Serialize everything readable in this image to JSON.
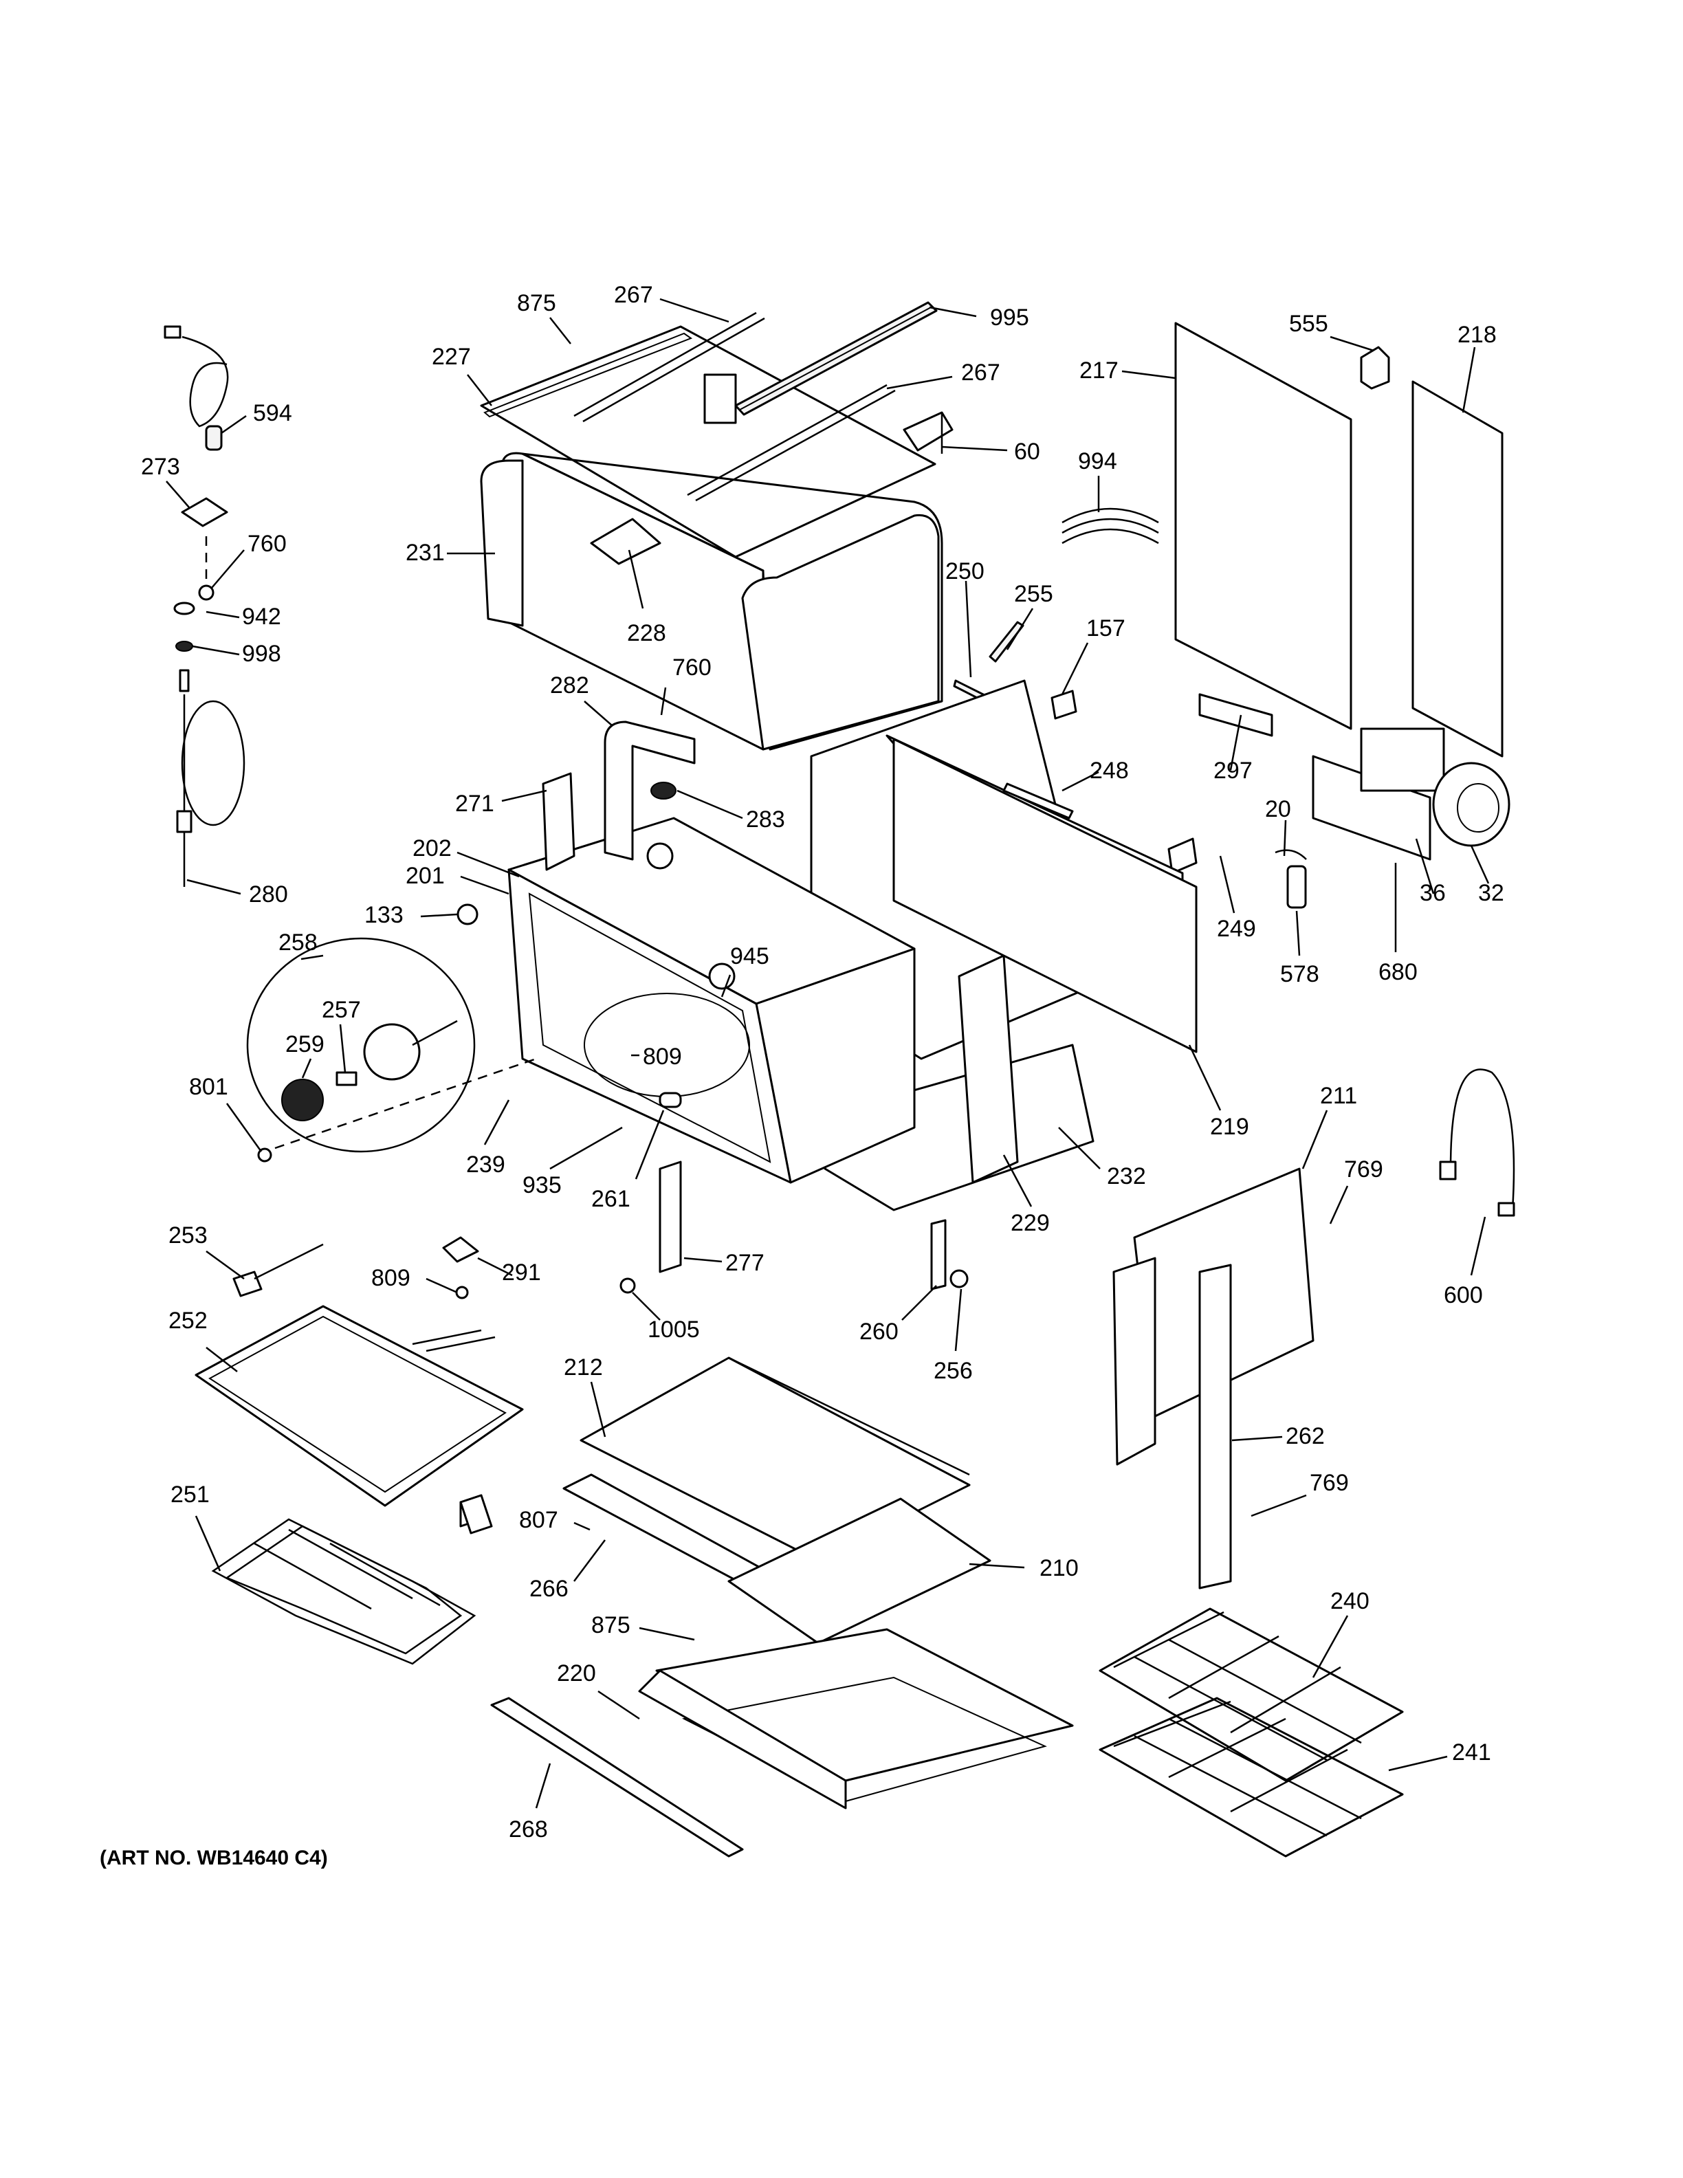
{
  "art_number": "(ART NO. WB14640 C4)",
  "callouts": [
    {
      "id": "c875a",
      "text": "875"
    },
    {
      "id": "c267a",
      "text": "267"
    },
    {
      "id": "c995",
      "text": "995"
    },
    {
      "id": "c227",
      "text": "227"
    },
    {
      "id": "c267b",
      "text": "267"
    },
    {
      "id": "c60",
      "text": "60"
    },
    {
      "id": "c231",
      "text": "231"
    },
    {
      "id": "c228",
      "text": "228"
    },
    {
      "id": "c594",
      "text": "594"
    },
    {
      "id": "c273",
      "text": "273"
    },
    {
      "id": "c760a",
      "text": "760"
    },
    {
      "id": "c942",
      "text": "942"
    },
    {
      "id": "c998",
      "text": "998"
    },
    {
      "id": "c280",
      "text": "280"
    },
    {
      "id": "c555",
      "text": "555"
    },
    {
      "id": "c218",
      "text": "218"
    },
    {
      "id": "c217",
      "text": "217"
    },
    {
      "id": "c994",
      "text": "994"
    },
    {
      "id": "c250",
      "text": "250"
    },
    {
      "id": "c255",
      "text": "255"
    },
    {
      "id": "c157",
      "text": "157"
    },
    {
      "id": "c282",
      "text": "282"
    },
    {
      "id": "c760b",
      "text": "760"
    },
    {
      "id": "c248",
      "text": "248"
    },
    {
      "id": "c297",
      "text": "297"
    },
    {
      "id": "c20",
      "text": "20"
    },
    {
      "id": "c271",
      "text": "271"
    },
    {
      "id": "c283",
      "text": "283"
    },
    {
      "id": "c202",
      "text": "202"
    },
    {
      "id": "c201",
      "text": "201"
    },
    {
      "id": "c133",
      "text": "133"
    },
    {
      "id": "c249",
      "text": "249"
    },
    {
      "id": "c578",
      "text": "578"
    },
    {
      "id": "c680",
      "text": "680"
    },
    {
      "id": "c36",
      "text": "36"
    },
    {
      "id": "c32",
      "text": "32"
    },
    {
      "id": "c258",
      "text": "258"
    },
    {
      "id": "c257",
      "text": "257"
    },
    {
      "id": "c945",
      "text": "945"
    },
    {
      "id": "c259",
      "text": "259"
    },
    {
      "id": "c809a",
      "text": "809"
    },
    {
      "id": "c239",
      "text": "239"
    },
    {
      "id": "c801",
      "text": "801"
    },
    {
      "id": "c935",
      "text": "935"
    },
    {
      "id": "c261",
      "text": "261"
    },
    {
      "id": "c219",
      "text": "219"
    },
    {
      "id": "c211",
      "text": "211"
    },
    {
      "id": "c769a",
      "text": "769"
    },
    {
      "id": "c232",
      "text": "232"
    },
    {
      "id": "c229",
      "text": "229"
    },
    {
      "id": "c600",
      "text": "600"
    },
    {
      "id": "c253",
      "text": "253"
    },
    {
      "id": "c291",
      "text": "291"
    },
    {
      "id": "c809b",
      "text": "809"
    },
    {
      "id": "c277",
      "text": "277"
    },
    {
      "id": "c1005",
      "text": "1005"
    },
    {
      "id": "c260",
      "text": "260"
    },
    {
      "id": "c256",
      "text": "256"
    },
    {
      "id": "c252",
      "text": "252"
    },
    {
      "id": "c212",
      "text": "212"
    },
    {
      "id": "c262",
      "text": "262"
    },
    {
      "id": "c769b",
      "text": "769"
    },
    {
      "id": "c251",
      "text": "251"
    },
    {
      "id": "c807",
      "text": "807"
    },
    {
      "id": "c266",
      "text": "266"
    },
    {
      "id": "c210",
      "text": "210"
    },
    {
      "id": "c240",
      "text": "240"
    },
    {
      "id": "c875b",
      "text": "875"
    },
    {
      "id": "c220",
      "text": "220"
    },
    {
      "id": "c241",
      "text": "241"
    },
    {
      "id": "c268",
      "text": "268"
    }
  ]
}
